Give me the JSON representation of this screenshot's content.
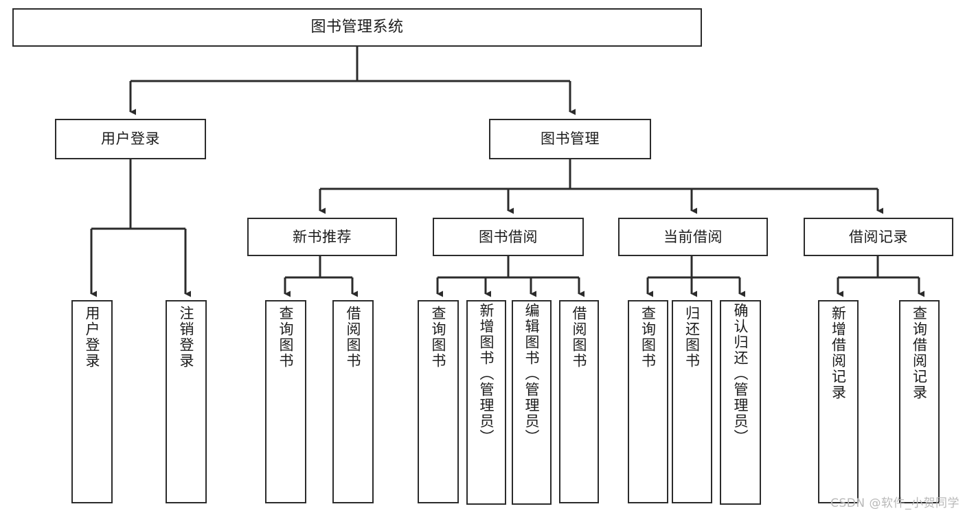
{
  "diagram": {
    "title": "图书管理系统",
    "type": "tree-hierarchy-chart",
    "watermark": "CSDN @软件_小贺同学",
    "colors": {
      "box_border": "#2b2b2b",
      "box_fill": "#ffffff",
      "connector": "#2b2b2b",
      "text": "#1c1c1c",
      "watermark": "#b9b9b9"
    },
    "nodes": {
      "root": {
        "label": "图书管理系统"
      },
      "level2": [
        {
          "id": "user-login",
          "label": "用户登录"
        },
        {
          "id": "book-manage",
          "label": "图书管理"
        }
      ],
      "level3": [
        {
          "id": "new-book-recommend",
          "label": "新书推荐"
        },
        {
          "id": "book-borrow",
          "label": "图书借阅"
        },
        {
          "id": "current-borrow",
          "label": "当前借阅"
        },
        {
          "id": "borrow-record",
          "label": "借阅记录"
        }
      ],
      "leaves": {
        "user-login": [
          {
            "id": "user-login-leaf",
            "label": "用户登录"
          },
          {
            "id": "logout-leaf",
            "label": "注销登录"
          }
        ],
        "new-book-recommend": [
          {
            "id": "query-book-1",
            "label": "查询图书"
          },
          {
            "id": "borrow-book-1",
            "label": "借阅图书"
          }
        ],
        "book-borrow": [
          {
            "id": "query-book-2",
            "label": "查询图书"
          },
          {
            "id": "add-book-admin",
            "label": "新增图书（管理员）"
          },
          {
            "id": "edit-book-admin",
            "label": "编辑图书（管理员）"
          },
          {
            "id": "borrow-book-2",
            "label": "借阅图书"
          }
        ],
        "current-borrow": [
          {
            "id": "query-book-3",
            "label": "查询图书"
          },
          {
            "id": "return-book",
            "label": "归还图书"
          },
          {
            "id": "confirm-return-admin",
            "label": "确认归还（管理员）"
          }
        ],
        "borrow-record": [
          {
            "id": "add-borrow-record",
            "label": "新增借阅记录"
          },
          {
            "id": "query-borrow-record",
            "label": "查询借阅记录"
          }
        ]
      }
    }
  }
}
